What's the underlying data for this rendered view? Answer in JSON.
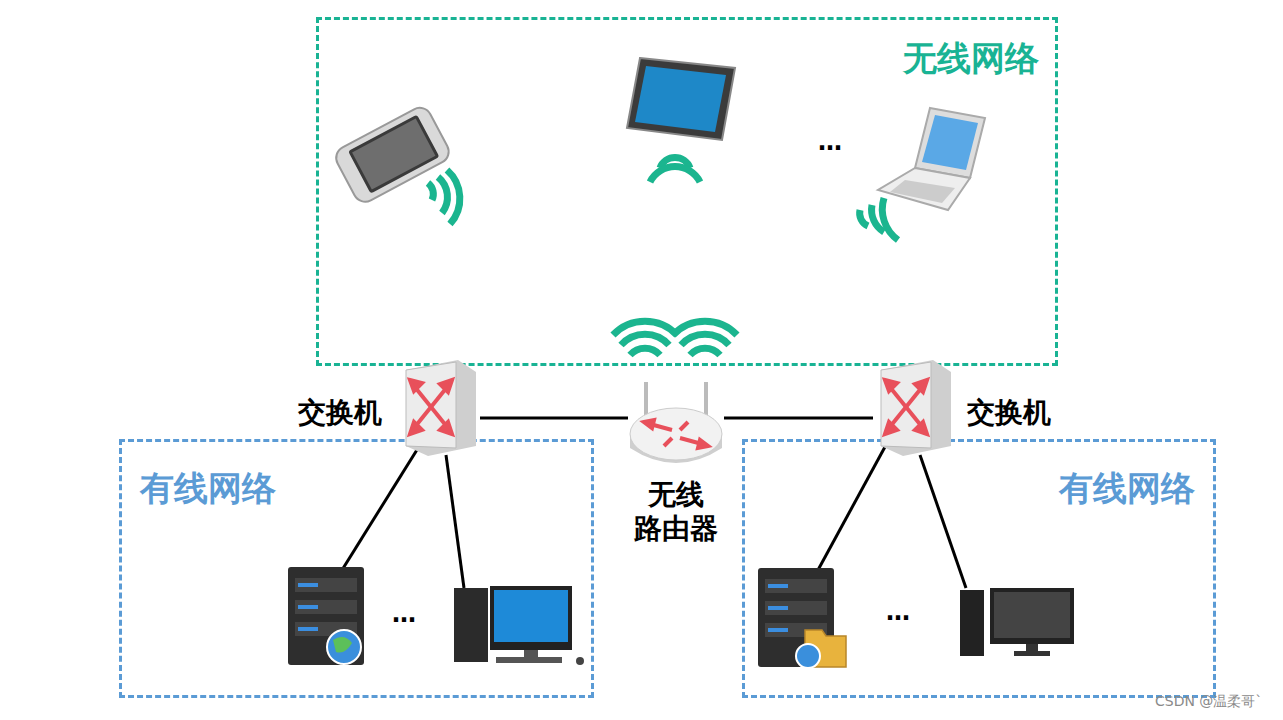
{
  "diagram": {
    "nodes": [
      {
        "text": [
          "无线网络"
        ]
      },
      {
        "text": [
          "有线网络"
        ]
      },
      {
        "text": [
          "有线网络"
        ]
      },
      {
        "text": [
          "交换机"
        ]
      },
      {
        "text": [
          "无线 路由器"
        ]
      },
      {
        "text": [
          "交换机"
        ]
      }
    ],
    "edges": [
      {
        "from": 3,
        "to": 4,
        "arrow": "none"
      },
      {
        "from": 4,
        "to": 5,
        "arrow": "none"
      }
    ],
    "labels": [
      "…",
      "…",
      "…",
      "CSDN @温柔哥`"
    ]
  }
}
